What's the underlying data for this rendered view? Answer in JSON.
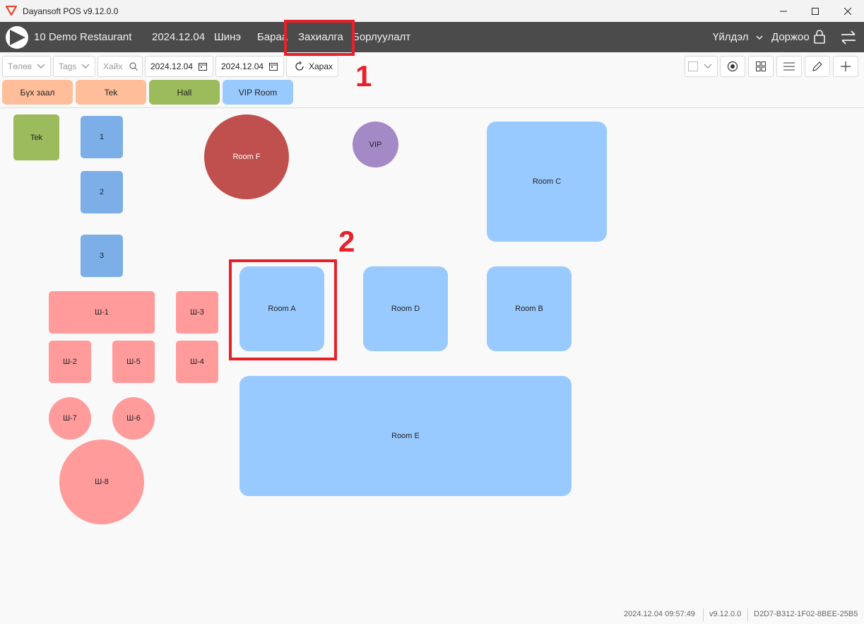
{
  "window": {
    "title": "Dayansoft POS v9.12.0.0",
    "brand_color": "#e8452c"
  },
  "menubar": {
    "restaurant": "10 Demo Restaurant",
    "date": "2024.12.04",
    "items": [
      "Шинэ",
      "Бараа",
      "Захиалга",
      "Борлуулалт"
    ],
    "action": "Үйлдэл",
    "user": "Доржоо"
  },
  "toolbar": {
    "status_placeholder": "Төлөв",
    "tags_placeholder": "Tags",
    "search_placeholder": "Хайх",
    "date_from": "2024.12.04",
    "date_to": "2024.12.04",
    "view_label": "Харах"
  },
  "halls": [
    {
      "label": "Бүх заал",
      "color": "#ffbe99"
    },
    {
      "label": "Tek",
      "color": "#ffbe99"
    },
    {
      "label": "Hall",
      "color": "#9bbb5c"
    },
    {
      "label": "VIP Room",
      "color": "#99caff"
    }
  ],
  "tables": {
    "tek": "Tek",
    "t1": "1",
    "t2": "2",
    "t3": "3",
    "room_f": "Room F",
    "vip": "VIP",
    "room_c": "Room C",
    "room_a": "Room A",
    "room_d": "Room D",
    "room_b": "Room B",
    "room_e": "Room E",
    "sh1": "Ш-1",
    "sh2": "Ш-2",
    "sh3": "Ш-3",
    "sh4": "Ш-4",
    "sh5": "Ш-5",
    "sh6": "Ш-6",
    "sh7": "Ш-7",
    "sh8": "Ш-8"
  },
  "colors": {
    "tek": "#9bbb5c",
    "room_f": "#c0504d",
    "vip": "#a389c6",
    "room": "#99caff",
    "pink": "#ff9b9b",
    "blue": "#7cafe8",
    "annotation": "#e8202a"
  },
  "annotations": {
    "step1": "1",
    "step2": "2"
  },
  "status": {
    "datetime": "2024.12.04 09:57:49",
    "version": "v9.12.0.0",
    "license": "D2D7-B312-1F02-8BEE-25B5"
  }
}
